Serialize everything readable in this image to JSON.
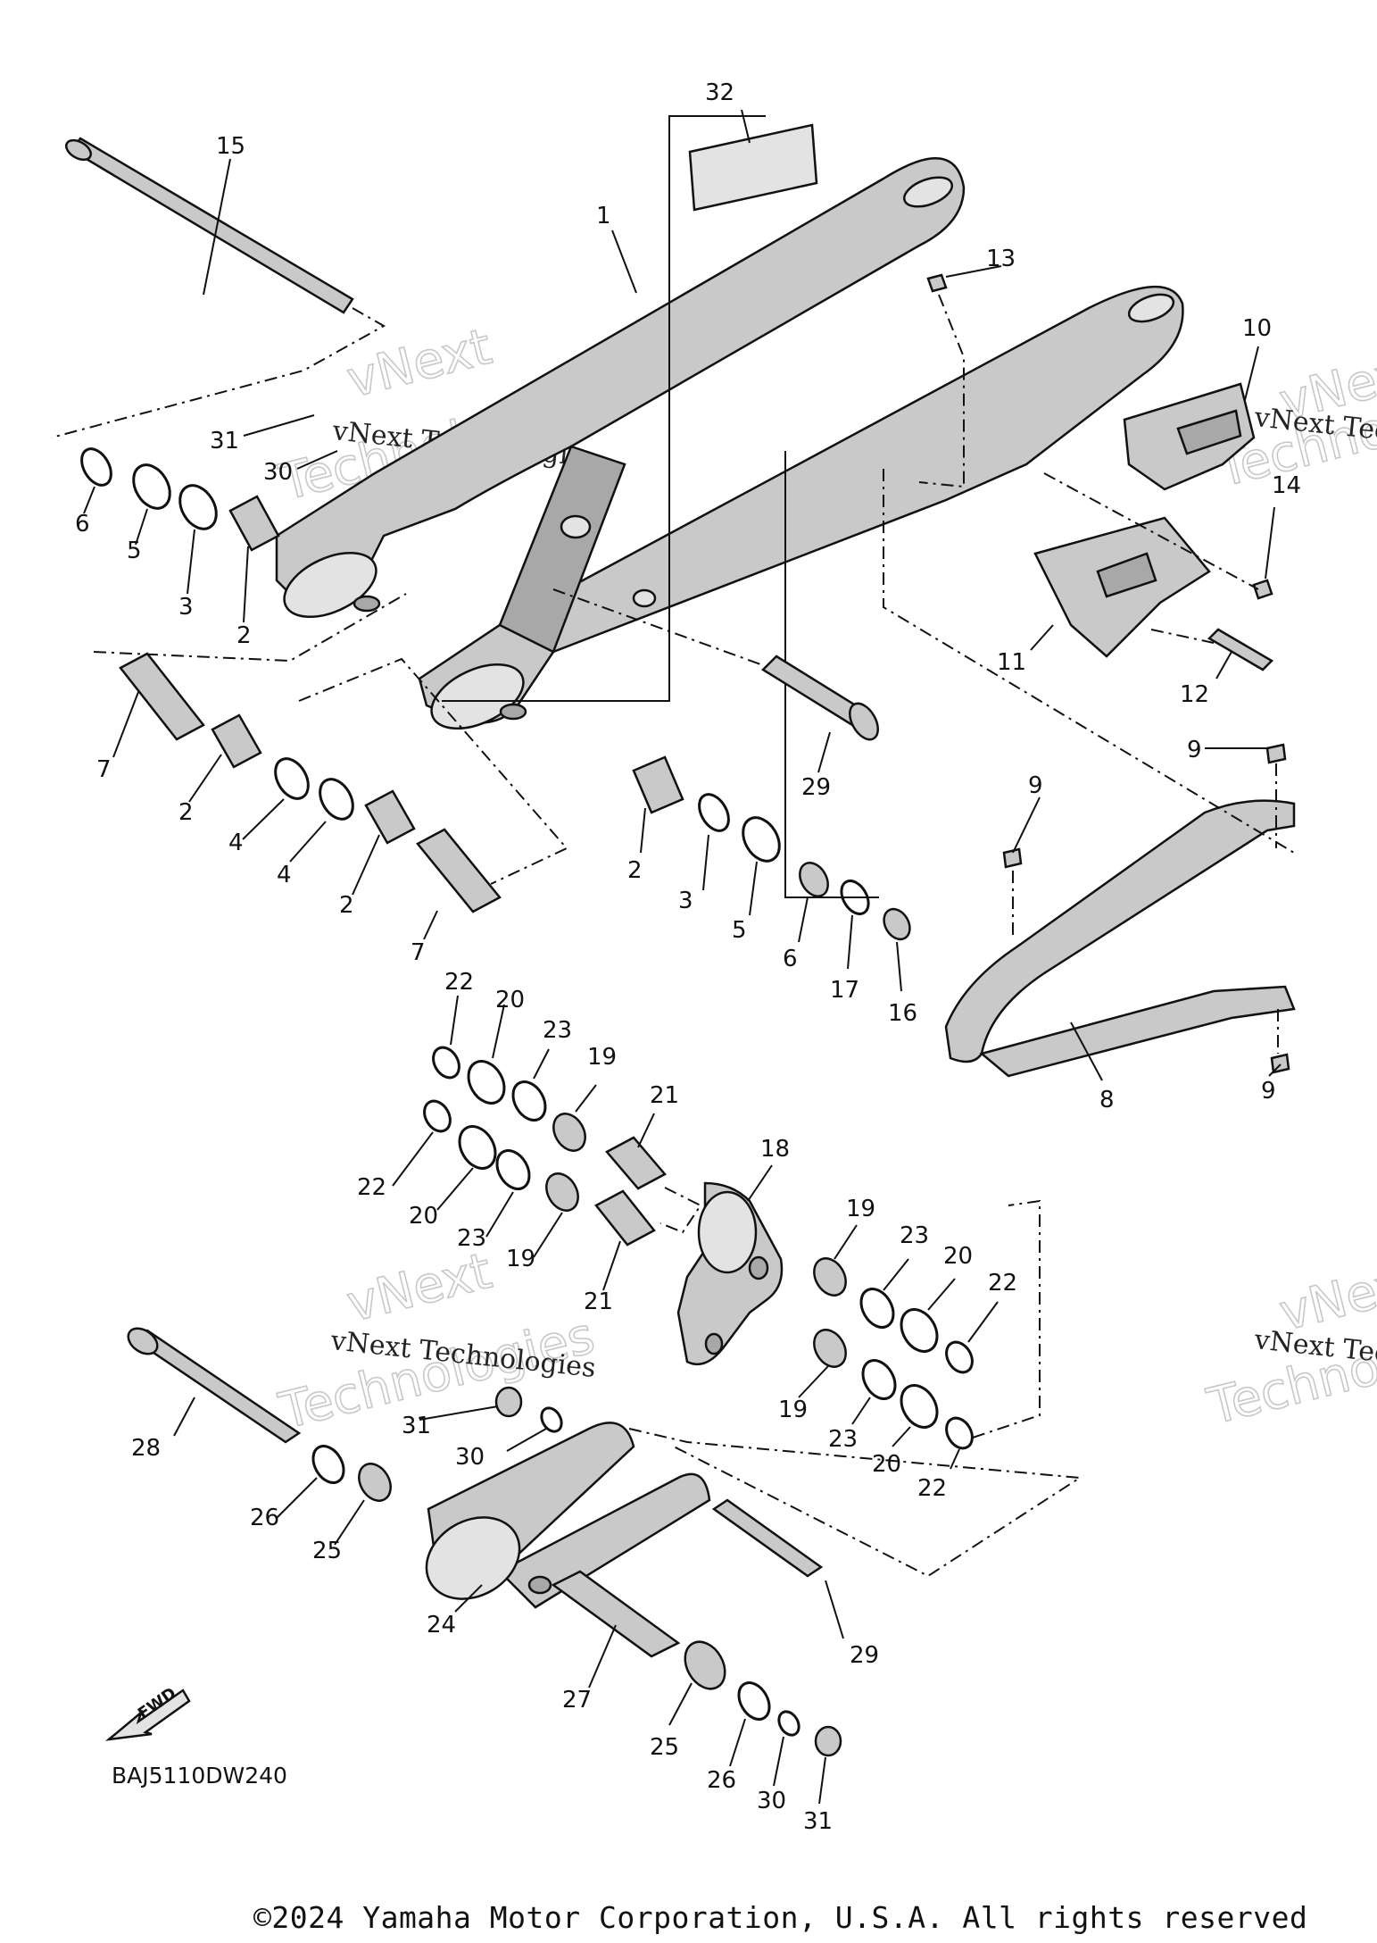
{
  "diagram_code": "BAJ5110DW240",
  "fwd_label": "FWD",
  "watermark": {
    "line1": "vNext Technologies",
    "line2": "vNext",
    "line3": "Technologies"
  },
  "copyright": "©2024 Yamaha Motor Corporation, U.S.A. All rights reserved",
  "callouts": {
    "c1": "1",
    "c2a": "2",
    "c2b": "2",
    "c2c": "2",
    "c2d": "2",
    "c3a": "3",
    "c3b": "3",
    "c4a": "4",
    "c4b": "4",
    "c5a": "5",
    "c5b": "5",
    "c6a": "6",
    "c6b": "6",
    "c7a": "7",
    "c7b": "7",
    "c8": "8",
    "c9a": "9",
    "c9b": "9",
    "c9c": "9",
    "c10": "10",
    "c11": "11",
    "c12": "12",
    "c13": "13",
    "c14": "14",
    "c15": "15",
    "c16": "16",
    "c17": "17",
    "c18": "18",
    "c19a": "19",
    "c19b": "19",
    "c19c": "19",
    "c19d": "19",
    "c20a": "20",
    "c20b": "20",
    "c20c": "20",
    "c20d": "20",
    "c21a": "21",
    "c21b": "21",
    "c22a": "22",
    "c22b": "22",
    "c22c": "22",
    "c22d": "22",
    "c23a": "23",
    "c23b": "23",
    "c23c": "23",
    "c23d": "23",
    "c24": "24",
    "c25a": "25",
    "c25b": "25",
    "c26a": "26",
    "c26b": "26",
    "c27": "27",
    "c28": "28",
    "c29a": "29",
    "c29b": "29",
    "c30a": "30",
    "c30b": "30",
    "c30c": "30",
    "c31a": "31",
    "c31b": "31",
    "c31c": "31",
    "c32": "32"
  }
}
